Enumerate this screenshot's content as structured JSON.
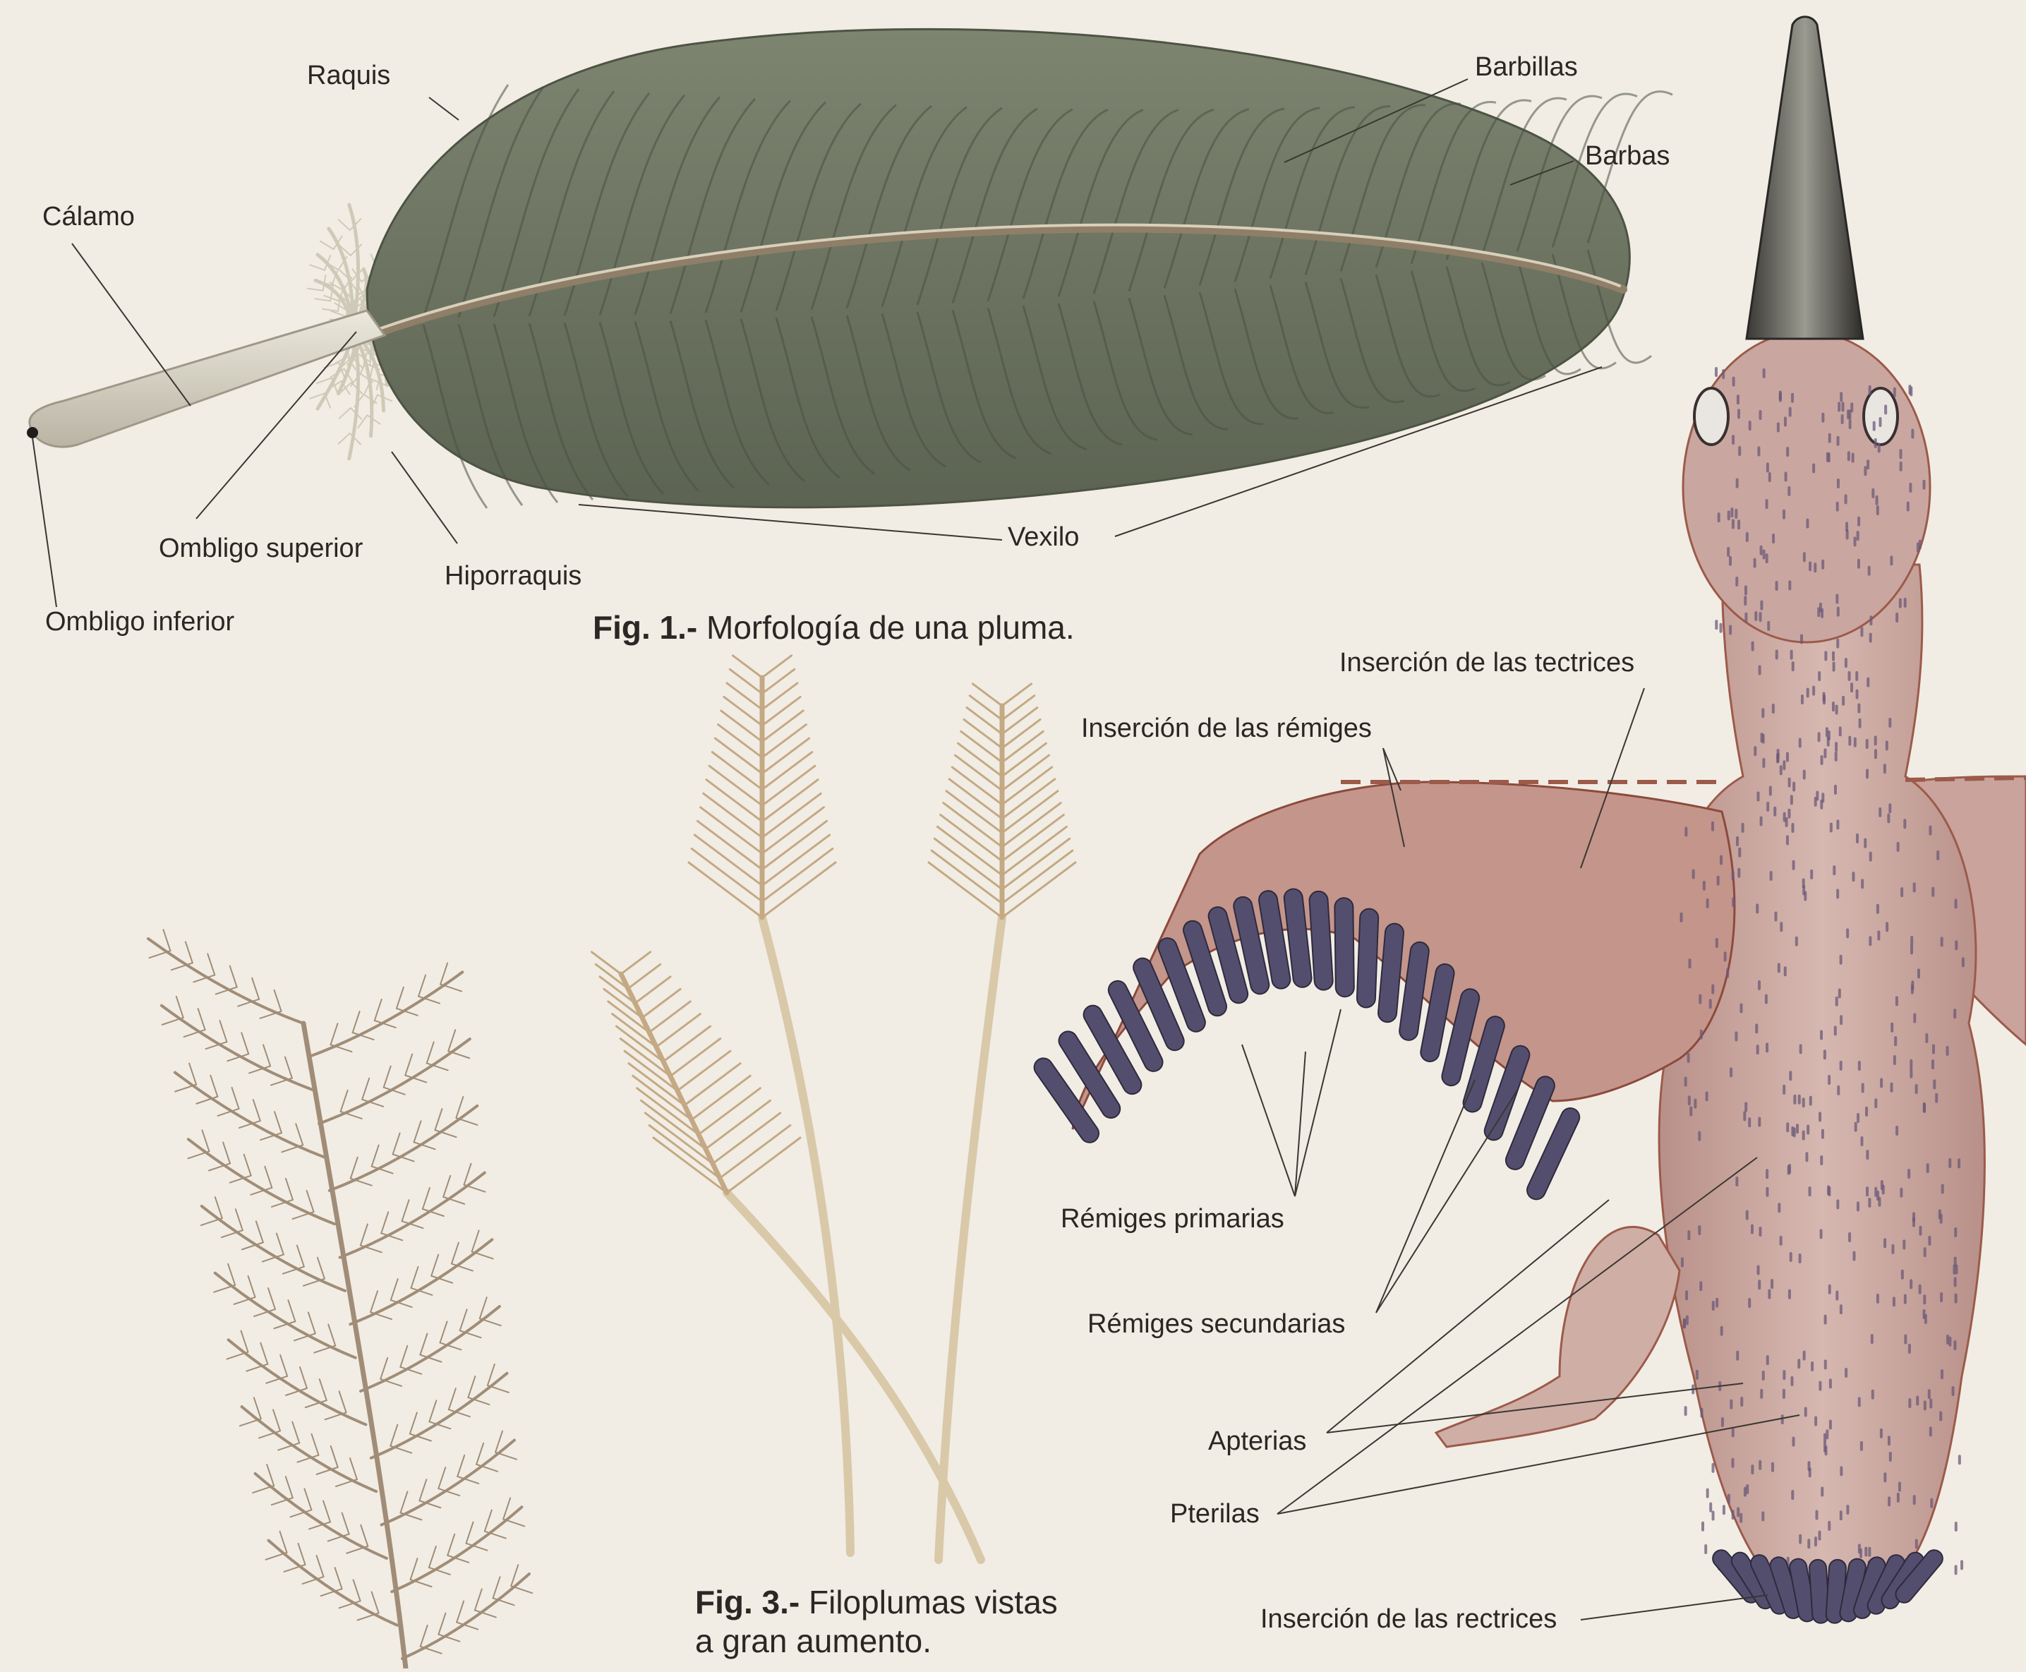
{
  "figures": {
    "feather": {
      "labels": {
        "raquis": "Raquis",
        "barbillas": "Barbillas",
        "barbas": "Barbas",
        "calamo": "Cálamo",
        "ombligo_superior": "Ombligo superior",
        "hiporraquis": "Hiporraquis",
        "vexilo": "Vexilo",
        "ombligo_inferior": "Ombligo inferior"
      },
      "caption": {
        "number": "Fig. 1.-",
        "text": "Morfología de una pluma."
      }
    },
    "filoplumas": {
      "caption": {
        "number": "Fig. 3.-",
        "text_line1": "Filoplumas vistas",
        "text_line2": "a gran aumento."
      }
    },
    "bird": {
      "labels": {
        "insercion_tectrices": "Inserción de las tectrices",
        "insercion_remiges": "Inserción de las rémiges",
        "remiges_primarias": "Rémiges primarias",
        "remiges_secundarias": "Rémiges secundarias",
        "apterias": "Apterias",
        "pterilas": "Pterilas",
        "insercion_rectrices": "Inserción de las rectrices"
      }
    }
  },
  "colors": {
    "background": "#f1ede4",
    "vane": "#6f7763",
    "quill": "#d6d2c4",
    "down": "#cfcab8",
    "filoplume": "#c9ad8a",
    "body": "#c8a6a0",
    "wing_feathers": "#544e6e",
    "label_text": "#2a2724"
  }
}
